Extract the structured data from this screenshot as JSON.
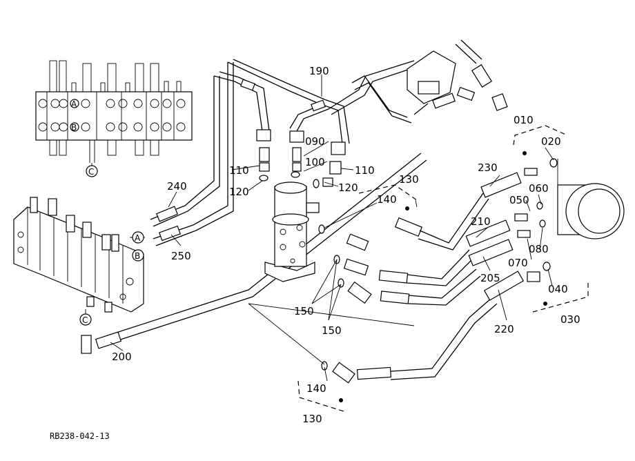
{
  "figure_ref": "RB238-042-13",
  "callouts": {
    "010": "010",
    "020": "020",
    "030": "030",
    "040": "040",
    "050": "050",
    "060": "060",
    "070": "070",
    "080": "080",
    "090": "090",
    "100": "100",
    "110a": "110",
    "110b": "110",
    "120a": "120",
    "120b": "120",
    "130a": "130",
    "130b": "130",
    "140a": "140",
    "140b": "140",
    "150a": "150",
    "150b": "150",
    "190": "190",
    "200": "200",
    "205": "205",
    "210": "210",
    "220": "220",
    "230": "230",
    "240": "240",
    "250": "250"
  },
  "port_markers": {
    "a_top": "A",
    "b_top": "B",
    "c_top": "C",
    "a_valve": "A",
    "b_valve": "B",
    "c_valve": "C"
  }
}
